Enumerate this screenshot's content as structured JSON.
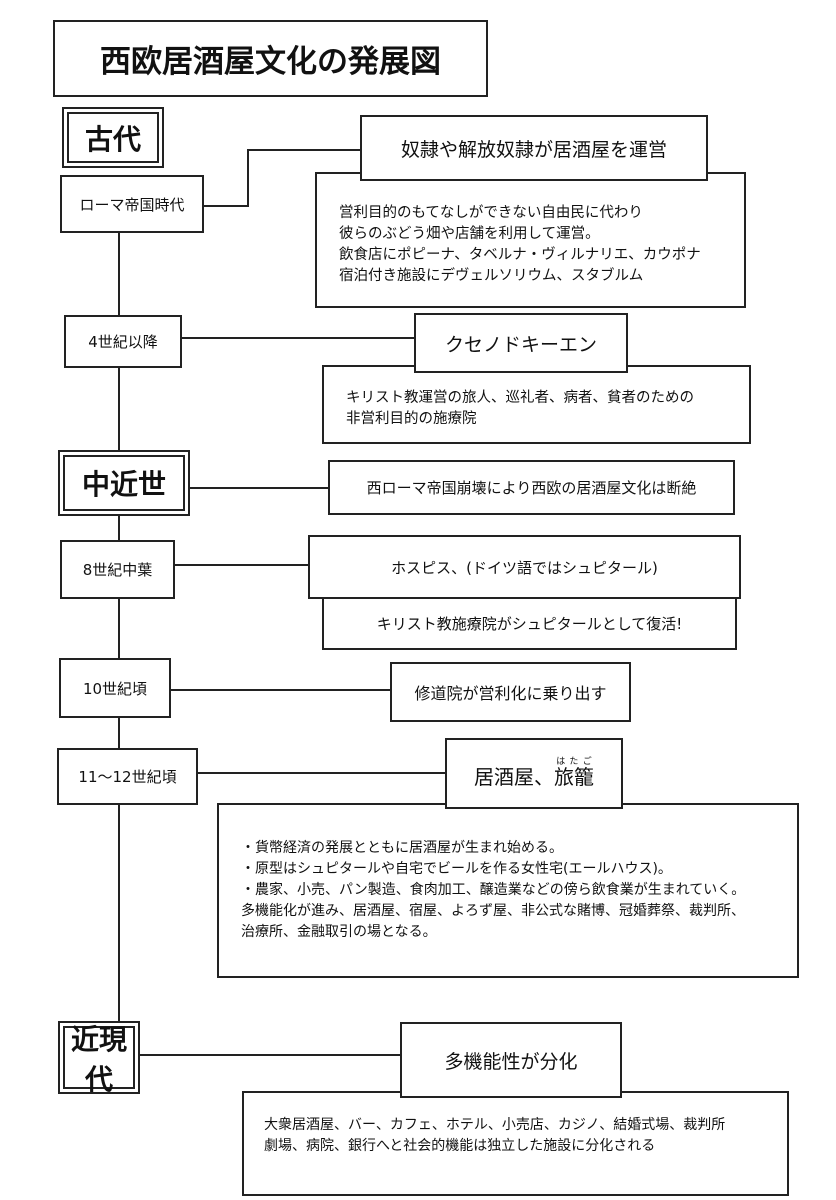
{
  "title": "西欧居酒屋文化の発展図",
  "eras": {
    "ancient": "古代",
    "medieval": "中近世",
    "modern": "近現代"
  },
  "periods": {
    "roman": "ローマ帝国時代",
    "c4": "4世紀以降",
    "c8": "8世紀中葉",
    "c10": "10世紀頃",
    "c11_12": "11〜12世紀頃"
  },
  "nodes": {
    "roman_head": "奴隷や解放奴隷が居酒屋を運営",
    "roman_desc": [
      "営利目的のもてなしができない自由民に代わり",
      "彼らのぶどう畑や店舗を利用して運営。",
      "飲食店にポピーナ、タベルナ・ヴィルナリエ、カウポナ",
      "宿泊付き施設にデヴェルソリウム、スタブルム"
    ],
    "c4_head": "クセノドキーエン",
    "c4_desc": [
      "キリスト教運営の旅人、巡礼者、病者、貧者のための",
      "非営利目的の施療院"
    ],
    "medieval_head": "西ローマ帝国崩壊により西欧の居酒屋文化は断絶",
    "c8_head": "ホスピス、(ドイツ語ではシュピタール)",
    "c8_sub": "キリスト教施療院がシュピタールとして復活!",
    "c10_head": "修道院が営利化に乗り出す",
    "c11_head_prefix": "居酒屋、",
    "c11_head_ruby_base": "旅籠",
    "c11_head_ruby_text": "はたご",
    "c11_desc": [
      "・貨幣経済の発展とともに居酒屋が生まれ始める。",
      "・原型はシュピタールや自宅でビールを作る女性宅(エールハウス)。",
      "・農家、小売、パン製造、食肉加工、醸造業などの傍ら飲食業が生まれていく。",
      "多機能化が進み、居酒屋、宿屋、よろず屋、非公式な賭博、冠婚葬祭、裁判所、",
      "治療所、金融取引の場となる。"
    ],
    "modern_head": "多機能性が分化",
    "modern_desc": [
      "大衆居酒屋、バー、カフェ、ホテル、小売店、カジノ、結婚式場、裁判所",
      "劇場、病院、銀行へと社会的機能は独立した施設に分化される"
    ]
  }
}
